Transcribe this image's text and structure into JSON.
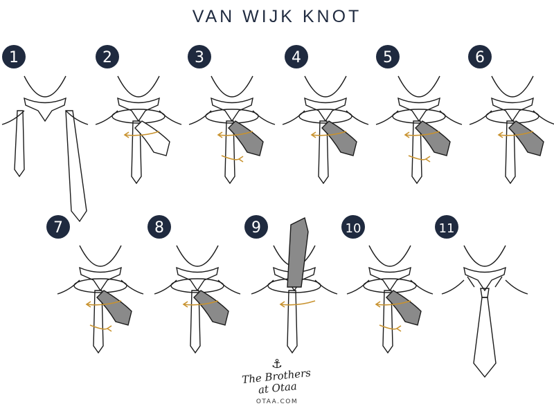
{
  "title": "VAN WIJK KNOT",
  "steps": [
    {
      "number": "1",
      "wide_end_gray": false,
      "arrows": 0
    },
    {
      "number": "2",
      "wide_end_gray": false,
      "arrows": 1
    },
    {
      "number": "3",
      "wide_end_gray": true,
      "arrows": 2
    },
    {
      "number": "4",
      "wide_end_gray": true,
      "arrows": 1
    },
    {
      "number": "5",
      "wide_end_gray": true,
      "arrows": 2
    },
    {
      "number": "6",
      "wide_end_gray": true,
      "arrows": 1
    },
    {
      "number": "7",
      "wide_end_gray": true,
      "arrows": 2
    },
    {
      "number": "8",
      "wide_end_gray": true,
      "arrows": 1
    },
    {
      "number": "9",
      "wide_end_gray": true,
      "arrows": 1
    },
    {
      "number": "10",
      "wide_end_gray": true,
      "arrows": 2
    },
    {
      "number": "11",
      "wide_end_gray": false,
      "arrows": 0
    }
  ],
  "logo": {
    "line1": "The Brothers",
    "line2": "at Otaa",
    "url": "OTAA.COM",
    "icon": "anchor-icon"
  },
  "colors": {
    "badge": "#1f2a3f",
    "arrow": "#c8922e",
    "gray": "#8a8a8a",
    "line": "#1a1a1a"
  }
}
